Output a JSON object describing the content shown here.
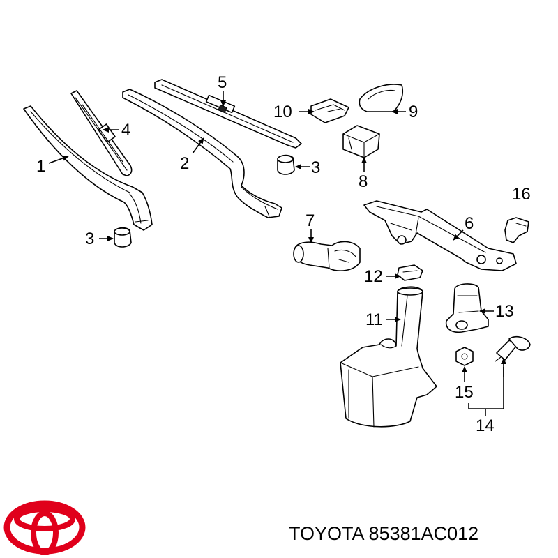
{
  "caption": {
    "brand": "TOYOTA",
    "part_number": "85381AC012"
  },
  "brand_color": "#e0001b",
  "callouts": [
    "1",
    "2",
    "3",
    "3",
    "4",
    "5",
    "6",
    "7",
    "8",
    "9",
    "10",
    "11",
    "12",
    "13",
    "14",
    "15",
    "16"
  ]
}
